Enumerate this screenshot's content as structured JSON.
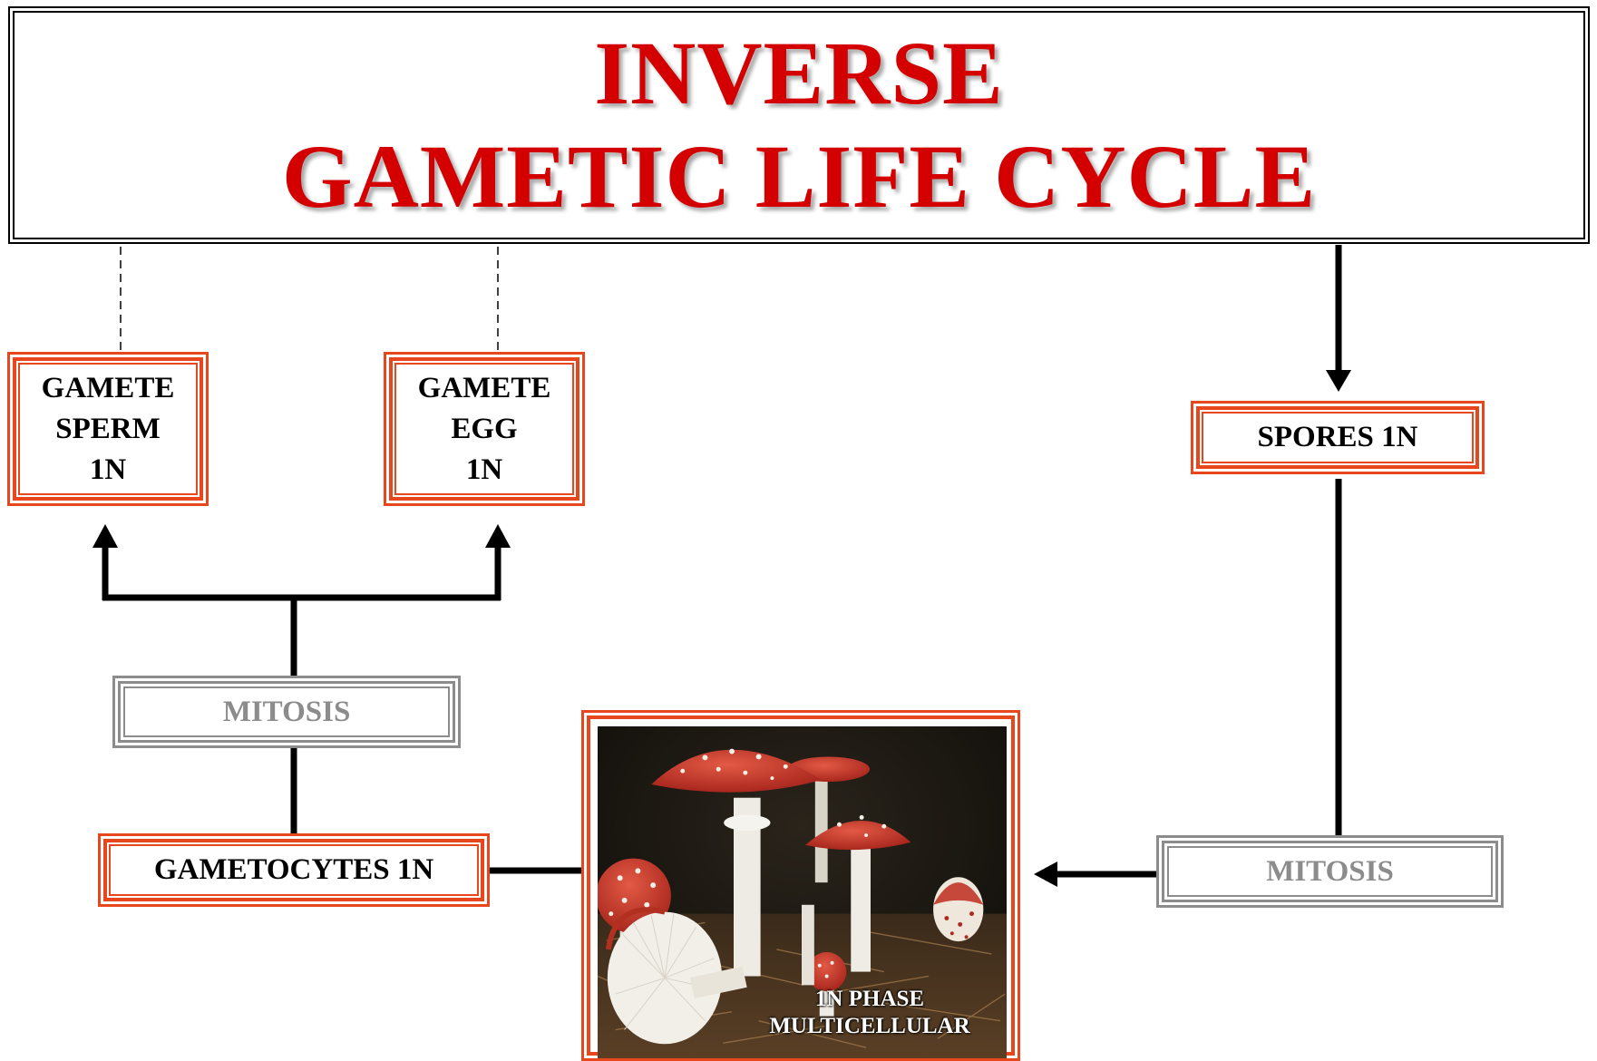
{
  "title": {
    "line1": "INVERSE",
    "line2": "GAMETIC LIFE CYCLE"
  },
  "nodes": {
    "gamete_sperm": {
      "lines": [
        "GAMETE",
        "SPERM",
        "1N"
      ]
    },
    "gamete_egg": {
      "lines": [
        "GAMETE",
        "EGG",
        "1N"
      ]
    },
    "spores": {
      "label": "SPORES 1N"
    },
    "mitosis_left": {
      "label": "MITOSIS"
    },
    "mitosis_right": {
      "label": "MITOSIS"
    },
    "gametocytes": {
      "label": "GAMETOCYTES 1N"
    },
    "phase_photo": {
      "caption_line1": "1N PHASE",
      "caption_line2": "MULTICELLULAR",
      "image_subject": "red-capped-mushrooms-photo"
    }
  },
  "colors": {
    "title_text": "#d40000",
    "accent_border": "#e8461c",
    "mitosis_border": "#8c8c8c",
    "mitosis_text": "#8c8c8c",
    "arrow": "#000000"
  }
}
